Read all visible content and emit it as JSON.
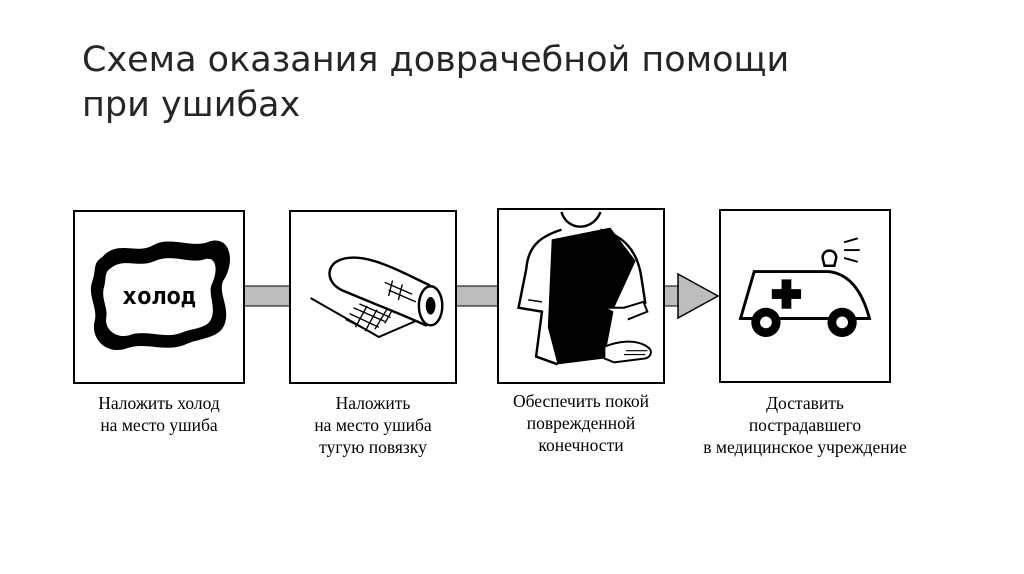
{
  "title": {
    "line1": "Схема оказания доврачебной помощи",
    "line2": "при ушибах"
  },
  "steps": [
    {
      "icon": "cold-pack-icon",
      "pack_label": "холод",
      "caption": [
        "Наложить холод",
        "на место ушиба"
      ]
    },
    {
      "icon": "bandage-roll-icon",
      "caption": [
        "Наложить",
        "на место ушиба",
        "тугую повязку"
      ]
    },
    {
      "icon": "arm-sling-icon",
      "caption": [
        "Обеспечить покой",
        "поврежденной",
        "конечности"
      ]
    },
    {
      "icon": "ambulance-icon",
      "caption": [
        "Доставить",
        "пострадавшего",
        "в медицинское учреждение"
      ]
    }
  ],
  "colors": {
    "text": "#000000",
    "title": "#262626",
    "arrow_fill": "#bdbdbd"
  }
}
